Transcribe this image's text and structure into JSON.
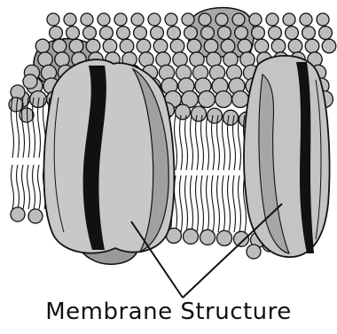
{
  "caption": "Membrane Structure",
  "colors": {
    "head_fill": "#bdbdbd",
    "head_stroke": "#111111",
    "protein_light": "#c8c8c8",
    "protein_mid": "#a8a8a8",
    "protein_dark": "#8a8a8a",
    "channel": "#111111",
    "line": "#111111"
  },
  "components": [
    {
      "name": "lipid-bilayer"
    },
    {
      "name": "transmembrane-protein-left"
    },
    {
      "name": "transmembrane-protein-right"
    },
    {
      "name": "peripheral-protein-top"
    },
    {
      "name": "peripheral-protein-top-left"
    },
    {
      "name": "peripheral-protein-bottom-left"
    }
  ]
}
